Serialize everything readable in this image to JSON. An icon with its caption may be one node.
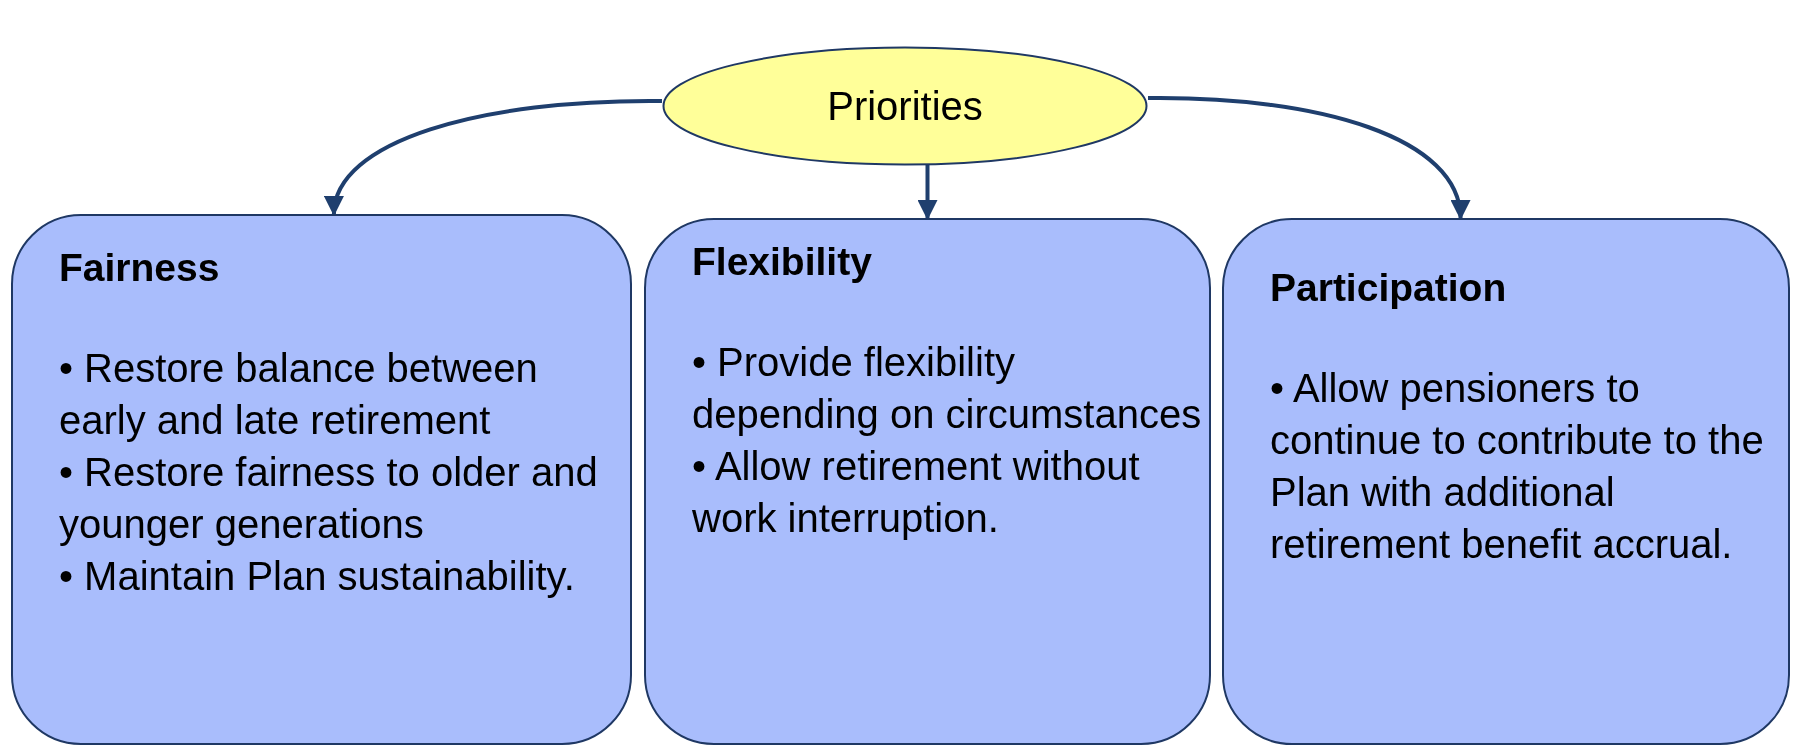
{
  "diagram": {
    "nodes": [
      {
        "text": [
          "Priorities"
        ]
      },
      {
        "text": [
          "Fairness",
          "• Restore balance between early and late retirement",
          "• Restore fairness to older and younger generations",
          "• Maintain Plan sustainability."
        ]
      },
      {
        "text": [
          "Flexibility",
          "• Provide flexibility depending on circumstances",
          "• Allow retirement without work interruption."
        ]
      },
      {
        "text": [
          "Participation",
          "• Allow pensioners to continue to contribute to the Plan with additional retirement benefit accrual."
        ]
      }
    ],
    "edges": [
      {
        "from": 0,
        "to": 1,
        "arrow": "to"
      },
      {
        "from": 0,
        "to": 2,
        "arrow": "to"
      },
      {
        "from": 0,
        "to": 3,
        "arrow": "to"
      }
    ]
  }
}
